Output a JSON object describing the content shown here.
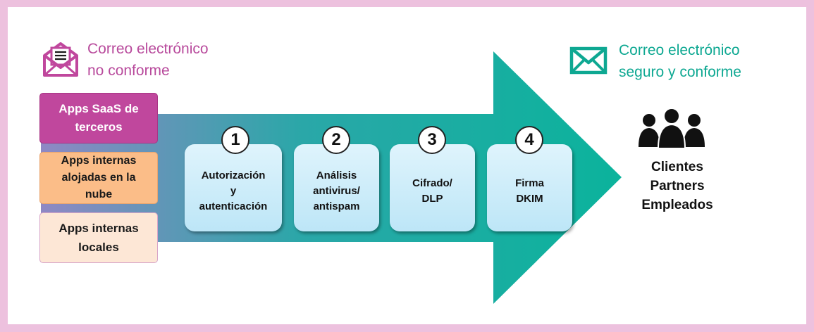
{
  "colors": {
    "frame_border": "#edc1de",
    "nonconform_accent": "#b84a9c",
    "secure_accent": "#0ea892",
    "arrow_start": "#8f88c4",
    "arrow_end": "#0bb39c"
  },
  "source": {
    "icon": "open-envelope-document-icon",
    "title_line1": "Correo electrónico",
    "title_line2": "no conforme",
    "apps": [
      {
        "line1": "Apps SaaS de",
        "line2": "terceros",
        "line3": "",
        "color": "#c0479d"
      },
      {
        "line1": "Apps internas",
        "line2": "alojadas en la",
        "line3": "nube",
        "color": "#fbbd88"
      },
      {
        "line1": "Apps internas",
        "line2": "locales",
        "line3": "",
        "color": "#fde7d6"
      }
    ]
  },
  "steps": [
    {
      "number": "1",
      "line1": "Autorización",
      "line2": "y",
      "line3": "autenticación"
    },
    {
      "number": "2",
      "line1": "Análisis",
      "line2": "antivirus/",
      "line3": "antispam"
    },
    {
      "number": "3",
      "line1": "Cifrado/",
      "line2": "DLP",
      "line3": ""
    },
    {
      "number": "4",
      "line1": "Firma",
      "line2": "DKIM",
      "line3": ""
    }
  ],
  "destination": {
    "icon": "closed-envelope-icon",
    "title_line1": "Correo electrónico",
    "title_line2": "seguro y conforme",
    "people_icon": "group-people-icon",
    "recipients": [
      "Clientes",
      "Partners",
      "Empleados"
    ]
  }
}
